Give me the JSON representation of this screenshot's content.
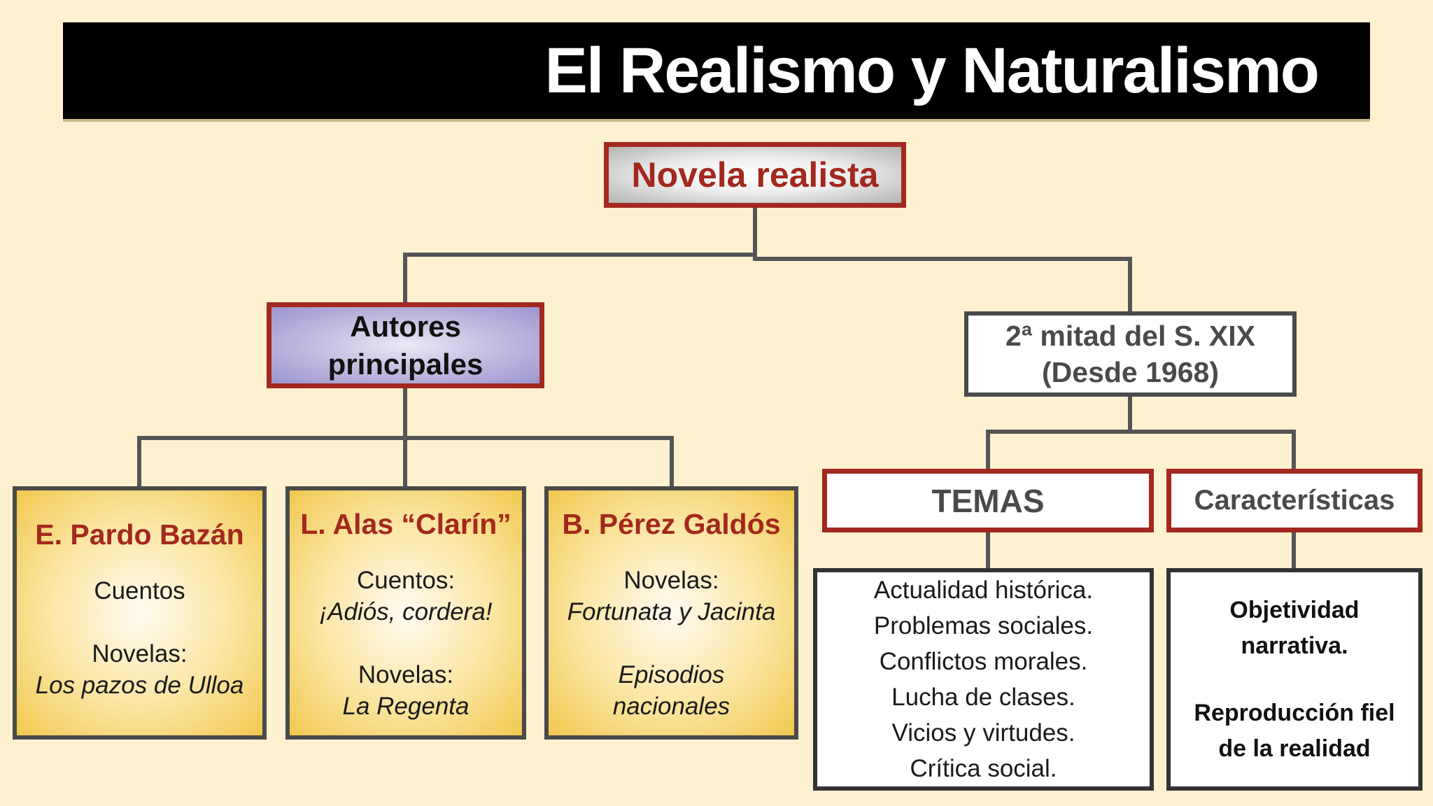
{
  "title": "El Realismo y Naturalismo",
  "root": "Novela realista",
  "autores": {
    "line1": "Autores",
    "line2": "principales"
  },
  "periodo": {
    "line1": "2ª mitad del S. XIX",
    "line2": "(Desde 1968)"
  },
  "authors": [
    {
      "name": "E. Pardo Bazán",
      "l1": "Cuentos",
      "l2": "Novelas:",
      "l3": "Los pazos de Ulloa"
    },
    {
      "name": "L. Alas “Clarín”",
      "l1": "Cuentos:",
      "l2": "¡Adiós, cordera!",
      "l3": "Novelas:",
      "l4": "La Regenta"
    },
    {
      "name": "B. Pérez Galdós",
      "l1": "Novelas:",
      "l2": "Fortunata y Jacinta",
      "l3": "Episodios",
      "l4": "nacionales"
    }
  ],
  "temas": {
    "heading": "TEMAS",
    "items": [
      "Actualidad histórica.",
      "Problemas sociales.",
      "Conflictos morales.",
      "Lucha de clases.",
      "Vicios y virtudes.",
      "Crítica social."
    ]
  },
  "caracteristicas": {
    "heading": "Características",
    "items": [
      "Objetividad",
      "narrativa.",
      "Reproducción fiel",
      "de la realidad"
    ]
  },
  "colors": {
    "background": "#fdf1d0",
    "accent_red": "#a3281e",
    "connector": "#555555",
    "author_fill": "#f1c84f",
    "autores_fill": "#9c95cf"
  }
}
